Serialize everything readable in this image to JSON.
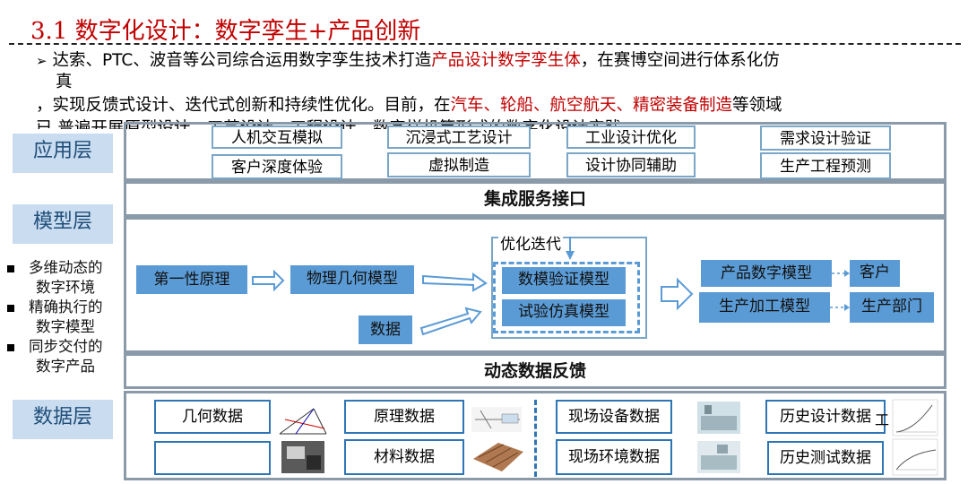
{
  "title": "3.1 数字化设计：数字孪生+产品创新",
  "intro": {
    "bullet": "➢",
    "line1_a": "达索、PTC、波音等公司综合运用数字孪生技术打造",
    "line1_hl": "产品设计数字孪生体",
    "line1_b": "，在赛博空间进行体系化仿",
    "line2": "真",
    "line3_a": "，实现反馈式设计、迭代式创新和持续性优化。目前，在",
    "line3_hl": "汽车、轮船、航空航天、精密装备制造",
    "line3_b": "等领域",
    "line4": "已 普遍开展原型设计、工艺设计、工程设计、数字样机等形式的数字化设计实践。"
  },
  "layers": {
    "application": "应用层",
    "model": "模型层",
    "data": "数据层"
  },
  "app_boxes": [
    "人机交互模拟",
    "客户深度体验",
    "沉浸式工艺设计",
    "虚拟制造",
    "工业设计优化",
    "设计协同辅助",
    "需求设计验证",
    "生产工程预测"
  ],
  "bands": {
    "integration": "集成服务接口",
    "feedback": "动态数据反馈"
  },
  "model": {
    "first_principle": "第一性原理",
    "physical_geometry": "物理几何模型",
    "data": "数据",
    "optimize_iterate": "优化迭代",
    "digital_analog_verify": "数模验证模型",
    "test_simulation": "试验仿真模型",
    "product_model": "产品数字模型",
    "production_model": "生产加工模型",
    "customer": "客户",
    "production_dept": "生产部门"
  },
  "side_points": [
    "多维动态的",
    "数字环境",
    "精确执行的",
    "数字模型",
    "同步交付的",
    "数字产品"
  ],
  "data_boxes": {
    "geometry": "几何数据",
    "empty": "",
    "principle": "原理数据",
    "material": "材料数据",
    "field_equipment": "现场设备数据",
    "field_environment": "现场环境数据",
    "history_design": "历史设计数据",
    "history_test": "历史测试数据",
    "history_design_suffix": "工"
  },
  "colors": {
    "accent_red": "#c00000",
    "box_blue": "#5b9bd5",
    "tag_bg": "#c9dcf0",
    "frame": "#8b9aa8"
  }
}
